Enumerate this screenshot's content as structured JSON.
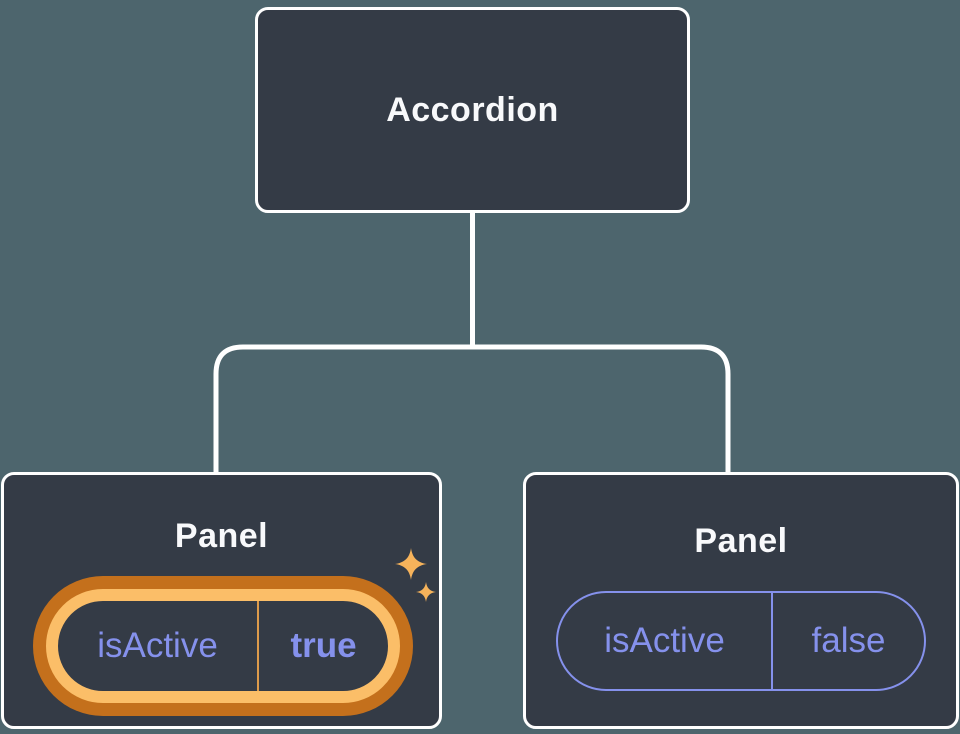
{
  "tree": {
    "root": {
      "label": "Accordion"
    },
    "panels": [
      {
        "label": "Panel",
        "prop_name": "isActive",
        "prop_value": "true",
        "highlighted": "true"
      },
      {
        "label": "Panel",
        "prop_name": "isActive",
        "prop_value": "false",
        "highlighted": "false"
      }
    ]
  },
  "colors": {
    "background": "#4D656D",
    "node_fill": "#343B46",
    "node_border": "#FFFFFF",
    "connector": "#FFFFFF",
    "title_text": "#F8F9FB",
    "prop_text": "#8591EC",
    "prop_border_inactive": "#8591EC",
    "highlight_ring_outer": "#C4701C",
    "highlight_ring_inner": "#FBBE68",
    "highlight_divider": "#DD9B4B",
    "sparkle": "#F6B35B"
  },
  "icons": {
    "sparkles": "two four-pointed stars marking changed state"
  }
}
